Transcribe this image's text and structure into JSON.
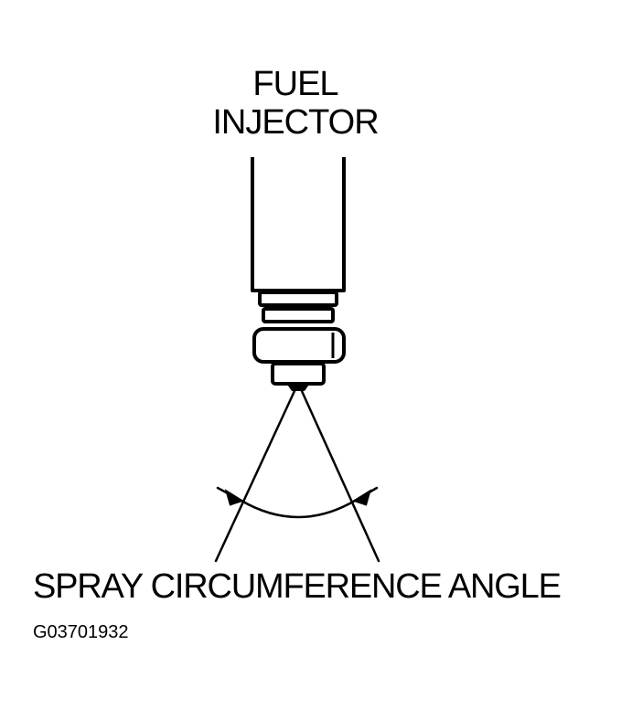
{
  "title": {
    "line1": "FUEL",
    "line2": "INJECTOR"
  },
  "caption": "SPRAY CIRCUMFERENCE ANGLE",
  "figure_id": "G03701932",
  "colors": {
    "ink": "#000000",
    "background": "#ffffff"
  }
}
